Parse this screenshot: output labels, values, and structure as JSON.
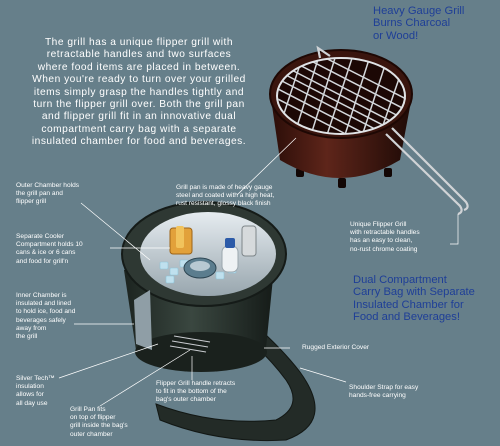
{
  "headline_top": "Heavy Gauge Grill\nBurns Charcoal\nor Wood!",
  "intro": "The grill has a unique flipper grill with\nretractable handles and two surfaces\nwhere food items are placed in between.\nWhen you're ready to turn over your grilled\nitems simply grasp the handles tightly and\nturn the flipper grill over. Both the grill pan\nand flipper grill fit in an innovative dual\ncompartment carry bag with a separate\ninsulated chamber for food and beverages.",
  "headline_mid": "Dual Compartment\nCarry Bag with Separate\nInsulated Chamber for\nFood and Beverages!",
  "labels": {
    "outer_chamber": "Outer Chamber holds\nthe grill pan and\nflipper grill",
    "grill_pan": "Grill pan is made of heavy gauge\nsteel and coated with a high heat,\nrust resistant, glossy black finish",
    "flipper_grill": "Unique Flipper Grill\nwith retractable handles\nhas an easy to clean,\nno-rust chrome coating",
    "cooler": "Separate Cooler\nCompartment holds 10\ncans & ice or 6 cans\nand food for grill'n",
    "inner_chamber": "Inner Chamber is\ninsulated and lined\nto hold ice, food and\nbeverages safely\naway from\nthe grill",
    "exterior_cover": "Rugged Exterior Cover",
    "silver_tech": "Silver Tech™\ninsulation\nallows for\nall day use",
    "flipper_handle": "Flipper Grill handle retracts\nto fit in the bottom of the\nbag's outer chamber",
    "shoulder_strap": "Shoulder Strap for easy\nhands-free carrying",
    "grill_pan_fits": "Grill Pan fits\non top of flipper\ngrill inside the bag's\nouter chamber"
  },
  "colors": {
    "background": "#667f8a",
    "headline": "#1f3f97",
    "body_text": "#ffffff",
    "bag": "#2a332d",
    "grill_pan": "#4a1d14",
    "chrome": "#c9ccd0"
  }
}
